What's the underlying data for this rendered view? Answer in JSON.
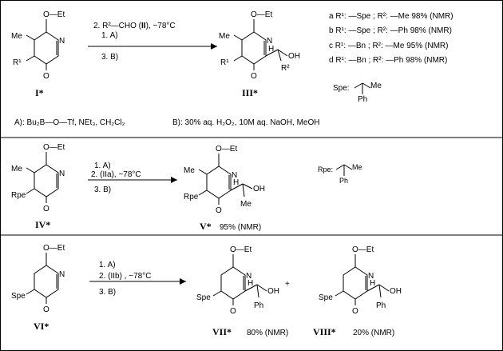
{
  "scheme": {
    "compounds": {
      "I": "I*",
      "III": "III*",
      "IV": "IV*",
      "V": "V*",
      "VI": "VI*",
      "VII": "VII*",
      "VIII": "VIII*"
    },
    "atoms": {
      "OEt": "O—Et",
      "Me": "Me",
      "N": "N",
      "O": "O",
      "H": "H",
      "OH": "OH",
      "R1": "R¹",
      "R2": "R²",
      "Rpe": "Rpe",
      "Spe": "Spe",
      "Ph": "Ph"
    },
    "step1": {
      "a": "1. A)",
      "b_prefix": "2. R²—CHO (",
      "b_compound": "II",
      "b_suffix": "), −78°C",
      "c": "3. B)"
    },
    "results": [
      "a R¹: —Spe ; R²: —Me    98% (NMR)",
      "b R¹: —Spe ; R²: —Ph    98% (NMR)",
      "c R¹: —Bn ; R²: —Me     95% (NMR)",
      "d R¹: —Bn ; R²: —Ph     98% (NMR)"
    ],
    "spe_label": "Spe:",
    "rpe_label": "Rpe:",
    "reagent_A": "A): Bu₂B—O—Tf, NEt₃, CH₂Cl₂",
    "reagent_B": "B): 30% aq. H₂O₂, 10M aq. NaOH, MeOH",
    "step2": {
      "a": "1. A)",
      "b": "2. (IIa), −78°C",
      "c": "3. B)"
    },
    "yield_V": "95% (NMR)",
    "step3": {
      "a": "1. A)",
      "b": "2. (IIb) , −78°C",
      "c": "3. B)"
    },
    "plus": "+",
    "yield_VII": "80% (NMR)",
    "yield_VIII": "20% (NMR)"
  }
}
